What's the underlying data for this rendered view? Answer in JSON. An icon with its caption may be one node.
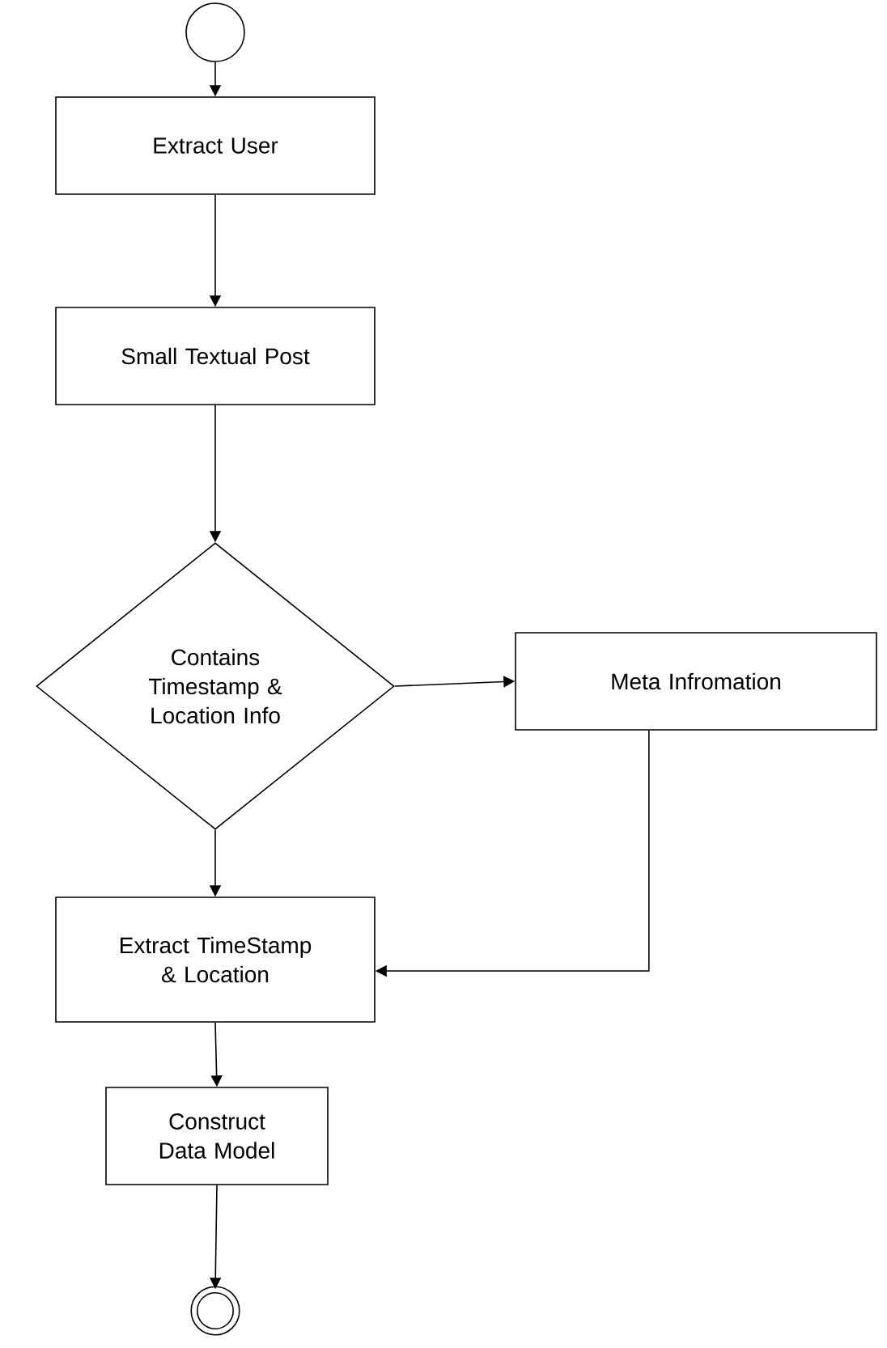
{
  "diagram": {
    "nodes": [
      {
        "text": [],
        "shape": "circle"
      },
      {
        "text": [
          "Extract User"
        ]
      },
      {
        "text": [
          "Small Textual Post"
        ]
      },
      {
        "text": [
          "Contains Timestamp & Location Info"
        ]
      },
      {
        "text": [
          "Meta Infromation"
        ]
      },
      {
        "text": [
          "Extract TimeStamp & Location"
        ]
      },
      {
        "text": [
          "Construct Data Model"
        ]
      },
      {
        "text": [],
        "shape": "circle"
      }
    ],
    "edges": [
      {
        "from": 0,
        "to": 1,
        "arrow": "to"
      },
      {
        "from": 1,
        "to": 2,
        "arrow": "to"
      },
      {
        "from": 2,
        "to": 3,
        "arrow": "to"
      },
      {
        "from": 3,
        "to": 4,
        "arrow": "to"
      },
      {
        "from": 3,
        "to": 5,
        "arrow": "to"
      },
      {
        "from": 4,
        "to": 5,
        "arrow": "to"
      },
      {
        "from": 5,
        "to": 6,
        "arrow": "to"
      },
      {
        "from": 6,
        "to": 7,
        "arrow": "to"
      }
    ]
  }
}
